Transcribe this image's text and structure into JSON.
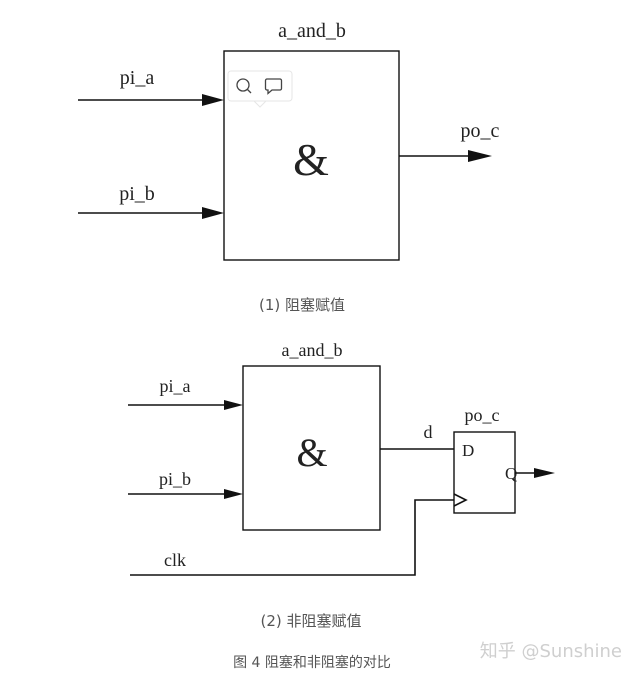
{
  "figure1": {
    "block_name": "a_and_b",
    "symbol": "&",
    "input_a": "pi_a",
    "input_b": "pi_b",
    "output": "po_c",
    "caption": "(1) 阻塞赋值"
  },
  "figure2": {
    "block_name": "a_and_b",
    "symbol": "&",
    "input_a": "pi_a",
    "input_b": "pi_b",
    "wire": "d",
    "ff_name": "po_c",
    "ff_d": "D",
    "ff_q": "Q",
    "clock": "clk",
    "caption": "(2) 非阻塞赋值"
  },
  "figure_caption": "图 4 阻塞和非阻塞的对比",
  "watermark": "知乎 @Sunshine",
  "tooltip": {
    "icons": [
      "search-icon",
      "comment-icon"
    ]
  }
}
